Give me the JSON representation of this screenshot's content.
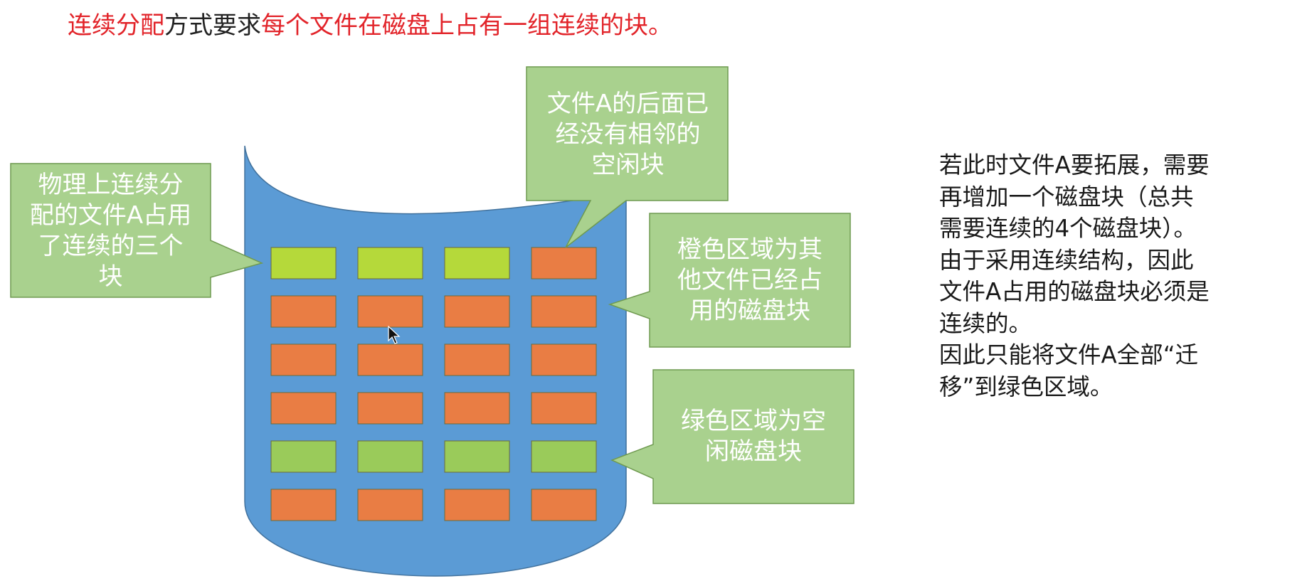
{
  "heading": {
    "part1": "连续分配",
    "part2": "方式要求",
    "part3": "每个文件在磁盘上占有一组连续的块。"
  },
  "callouts": {
    "left": "物理上连续分\n配的文件A占用\n了连续的三个\n块",
    "top": "文件A的后面已\n经没有相邻的\n空闲块",
    "orange": "橙色区域为其\n他文件已经占\n用的磁盘块",
    "green": "绿色区域为空\n闲磁盘块"
  },
  "side_text": {
    "line1": "若此时文件A要拓展，需要",
    "line2": "再增加一个磁盘块（总共",
    "line3": "需要连续的4个磁盘块）。",
    "line4": "由于采用连续结构，因此",
    "line5": "文件A占用的磁盘块必须是",
    "line6": "连续的。",
    "line7": "因此只能将文件A全部“迁",
    "line8": "移”到绿色区域。"
  },
  "disk_grid": {
    "rows": [
      [
        "file-a",
        "file-a",
        "file-a",
        "occupied"
      ],
      [
        "occupied",
        "occupied",
        "occupied",
        "occupied"
      ],
      [
        "occupied",
        "occupied",
        "occupied",
        "occupied"
      ],
      [
        "occupied",
        "occupied",
        "occupied",
        "occupied"
      ],
      [
        "free",
        "free",
        "free",
        "free"
      ],
      [
        "occupied",
        "occupied",
        "occupied",
        "occupied"
      ]
    ]
  },
  "colors": {
    "disk_body": "#5b9bd5",
    "disk_stroke": "#41719c",
    "callout_fill": "#a9d18e",
    "callout_stroke": "#6f9a50",
    "file_a_block": "#b5d93a",
    "occupied_block": "#e97d44",
    "free_block": "#9acb5a",
    "heading_red": "#e2242a"
  }
}
